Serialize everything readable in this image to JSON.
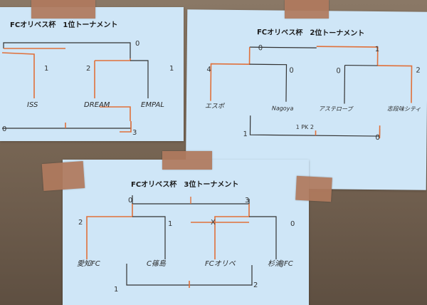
{
  "photo": {
    "colors": {
      "wall": "#7b6a5a",
      "paper": "#cfe6f7",
      "tape": "#b07a5e",
      "orange_line": "#e0703a",
      "black_line": "#333333"
    },
    "sheets": [
      {
        "title": "FCオリベス杯　1位トーナメント",
        "teams": [
          "ISS",
          "DREAM",
          "",
          "EMPAL"
        ],
        "scores": [
          "0",
          "1",
          "2",
          "1",
          "3",
          "0"
        ]
      },
      {
        "title": "FCオリベス杯　2位トーナメント",
        "teams": [
          "エスポ",
          "Nagoya",
          "アステローブ",
          "志段味シティ"
        ],
        "scores": [
          "0",
          "1",
          "4",
          "0",
          "0",
          "2",
          "1 PK 2",
          "0",
          "1"
        ]
      },
      {
        "title": "FCオリベス杯　3位トーナメント",
        "teams": [
          "愛知FC",
          "C篠島",
          "FCオリベ",
          "杉浦JFC"
        ],
        "scores": [
          "0",
          "3",
          "2",
          "1",
          "X",
          "0",
          "1",
          "2"
        ]
      }
    ]
  }
}
